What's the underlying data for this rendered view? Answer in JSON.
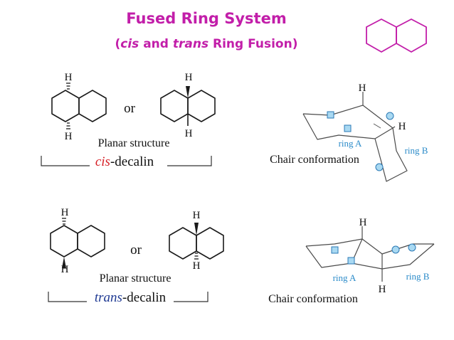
{
  "title": "Fused Ring System",
  "subtitle": {
    "open": "(",
    "cis": "cis",
    "and": " and ",
    "trans": "trans",
    "rest": " Ring Fusion)"
  },
  "colors": {
    "title": "#c21ea9",
    "cis_label": "#d61f26",
    "trans_label": "#1f3a93",
    "ring_label": "#2b8bc9",
    "marker_fill": "#a9d9f2",
    "marker_stroke": "#2b79b5"
  },
  "cis_section": {
    "h_label": "H",
    "or_label": "or",
    "planar_label": "Planar structure",
    "name_prefix": "cis",
    "name_suffix": "-decalin",
    "chair_label": "Chair  conformation",
    "ring_a": "ring A",
    "ring_b": "ring B"
  },
  "trans_section": {
    "h_label": "H",
    "or_label": "or",
    "planar_label": "Planar structure",
    "name_prefix": "trans",
    "name_suffix": "-decalin",
    "chair_label": "Chair  conformation",
    "ring_a": "ring A",
    "ring_b": "ring B"
  }
}
